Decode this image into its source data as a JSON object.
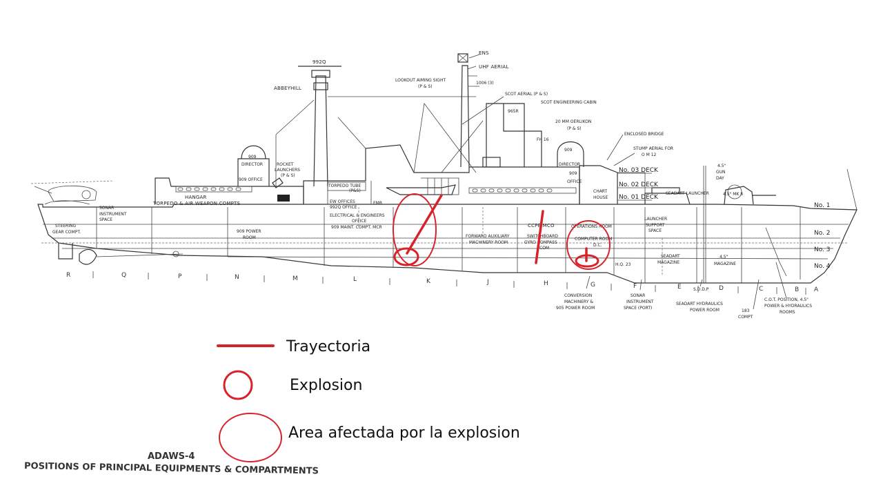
{
  "labels": {
    "radar_992q": "992Q",
    "abbeyhill": "ABBEYHILL",
    "ens": "ENS",
    "uhf_aerial": "UHF AERIAL",
    "lookout_sight": "LOOKOUT AIMING SIGHT",
    "lookout_sight_ps": "(P & S)",
    "radar_1006": "1006 (3)",
    "scot_aerial": "SCOT AERIAL (P & S)",
    "scot_cabin": "SCOT ENGINEERING CABIN",
    "radar_965r": "965R",
    "oerlikon": "20 MM OERLIKON",
    "oerlikon_ps": "(P & S)",
    "fh_16": "FH 16",
    "enclosed_bridge": "ENCLOSED BRIDGE",
    "stump_aerial": "STUMP AERIAL FOR",
    "stump_aerial_2": "O M 12",
    "director_909_aft": "909",
    "director_909_aft_2": "DIRECTOR",
    "office_909": "909 OFFICE",
    "director_909_fwd": "909",
    "director_909_fwd_2": "DIRECTOR",
    "office_909_fwd": "909",
    "office_909_fwd_2": "OFFICE",
    "rocket_launchers": "ROCKET",
    "rocket_launchers_2": "LAUNCHERS",
    "rocket_launchers_3": "(P & S)",
    "hangar": "HANGAR",
    "torpedo_weapon": "TORPEDO & AIR WEAPON COMPTS",
    "torpedo_tubes": "TORPEDO TUBE",
    "torpedo_tubes_2": "(P&S)",
    "ew_offices": "EW OFFICES",
    "ew_992q": "992Q OFFICE",
    "ema": "EMR",
    "electrical_offices": "ELECTRICAL & ENGINEERS",
    "electrical_offices_2": "OFFICE",
    "maint_909": "909 MAINT. COMPT. MCR",
    "steering_gear": "STEERING",
    "steering_gear_2": "GEAR COMPT.",
    "sonar_space": "SONAR",
    "sonar_space_2": "INSTRUMENT",
    "sonar_space_3": "SPACE",
    "power_909": "909 POWER",
    "power_909_2": "ROOM",
    "fwd_aux": "FORWARD AUXILIARY",
    "fwd_aux_2": "MACHINERY ROOM",
    "ccpe_mco": "CCPE MCO",
    "switchboard": "SWITCHBOARD",
    "switchboard_2": "GYRO COMPASS",
    "switchboard_3": "COM",
    "operations_room": "OPERATIONS ROOM",
    "computer_room": "COMPUTER ROOM",
    "computer_room_2": "D.C.",
    "chart_house": "CHART",
    "chart_house_2": "HOUSE",
    "launcher_support": "LAUNCHER",
    "launcher_support_2": "SUPPORT",
    "launcher_support_3": "SPACE",
    "seadart_launcher": "SEADART LAUNCHER",
    "gun_4_5": "4.5\"",
    "gun_4_5_2": "GUN",
    "gun_4_5_3": "DAY",
    "gun_mk8": "4.5\" MK 8",
    "seadart_magazine": "SEADART",
    "seadart_magazine_2": "MAGAZINE",
    "magazine_4_5": "4.5\"",
    "magazine_4_5_2": "MAGAZINE",
    "hq_23": "H.Q. 23",
    "conversion_machinery": "CONVERSION",
    "conversion_machinery_2": "MACHINERY &",
    "conversion_machinery_3": "905 POWER ROOM",
    "sonar_instrument_port": "SONAR",
    "sonar_instrument_port_2": "INSTRUMENT",
    "sonar_instrument_port_3": "SPACE (PORT)",
    "sddp": "S.D.D.P",
    "seadart_hydraulics": "SEADART HYDRAULICS",
    "seadart_hydraulics_2": "POWER ROOM",
    "cot_position": "C.O.T. POSITION, 4.5\"",
    "cot_position_2": "POWER & HYDRAULICS",
    "cot_position_3": "ROOMS",
    "compt_183": "183",
    "compt_183_2": "COMPT"
  },
  "decks": {
    "d03": "No. 03 DECK",
    "d02": "No. 02 DECK",
    "d01": "No. 01 DECK",
    "n1": "No. 1",
    "n2": "No. 2",
    "n3": "No. 3",
    "n4": "No. 4"
  },
  "frames": [
    "R",
    "Q",
    "P",
    "N",
    "M",
    "L",
    "K",
    "J",
    "H",
    "G",
    "F",
    "E",
    "D",
    "C",
    "B",
    "A"
  ],
  "legend": {
    "trajectory": "Trayectoria",
    "explosion": "Explosion",
    "affected_area": "Area afectada por la explosion"
  },
  "title": {
    "line1": "ADAWS-4",
    "line2": "POSITIONS OF PRINCIPAL EQUIPMENTS & COMPARTMENTS"
  },
  "colors": {
    "annotation_red": "#d8222a",
    "ink": "#333333"
  }
}
